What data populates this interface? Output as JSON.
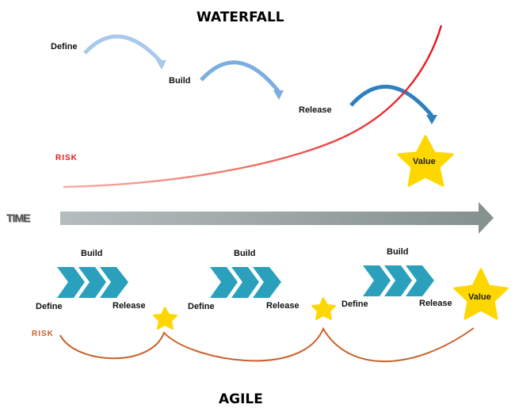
{
  "waterfall": {
    "title": "WATERFALL",
    "steps": [
      "Define",
      "Build",
      "Release"
    ],
    "risk_label": "RISK",
    "value_label": "Value",
    "colors": {
      "risk_curve": "#e8141b",
      "arrow_light": "#a9c9ec",
      "arrow_mid": "#7aaee0",
      "arrow_dark": "#2f80bf",
      "star": "#ffd700"
    }
  },
  "time": {
    "label": "TIME",
    "arrow_color": "#8f9c9c"
  },
  "agile": {
    "title": "AGILE",
    "risk_label": "RISK",
    "iterations": [
      {
        "top": "Build",
        "left": "Define",
        "right": "Release"
      },
      {
        "top": "Build",
        "left": "Define",
        "right": "Release"
      },
      {
        "top": "Build",
        "left": "Define",
        "right": "Release"
      }
    ],
    "value_label": "Value",
    "colors": {
      "chevron": "#2aa0bd",
      "risk_curve": "#c8622a",
      "star": "#ffd700"
    }
  }
}
